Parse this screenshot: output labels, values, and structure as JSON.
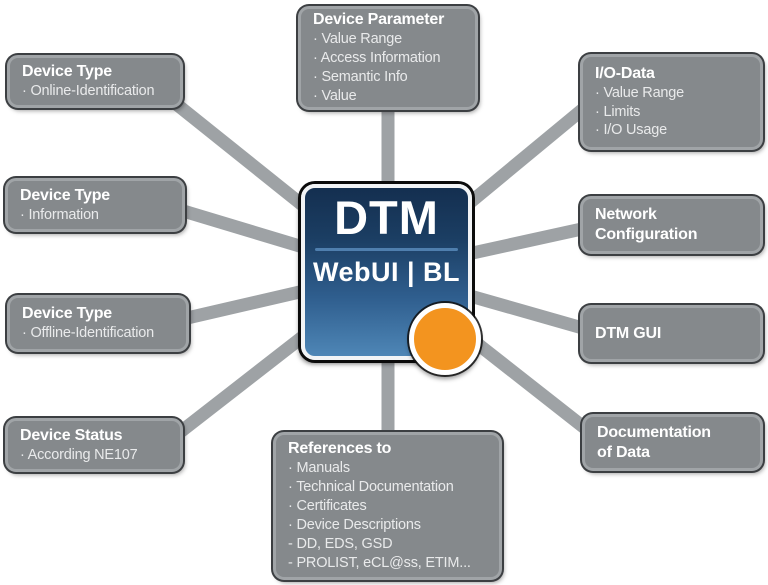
{
  "center": {
    "title": "DTM",
    "subtitle": "WebUI | BL"
  },
  "nodes": {
    "device_parameter": {
      "title": "Device Parameter",
      "items": [
        "· Value Range",
        "· Access Information",
        "· Semantic Info",
        "· Value"
      ]
    },
    "device_type_online": {
      "title": "Device Type",
      "items": [
        "· Online-Identification"
      ]
    },
    "device_type_info": {
      "title": "Device Type",
      "items": [
        "· Information"
      ]
    },
    "device_type_offline": {
      "title": "Device Type",
      "items": [
        "· Offline-Identification"
      ]
    },
    "device_status": {
      "title": "Device Status",
      "items": [
        "· According NE107"
      ]
    },
    "io_data": {
      "title": "I/O-Data",
      "items": [
        "· Value Range",
        "· Limits",
        "· I/O Usage"
      ]
    },
    "network_configuration": {
      "title": "Network Configuration",
      "items": []
    },
    "dtm_gui": {
      "title": "DTM GUI",
      "items": []
    },
    "documentation_of_data": {
      "title": "Documentation of Data",
      "items": []
    },
    "references_to": {
      "title": "References to",
      "items": [
        "· Manuals",
        "· Technical Documentation",
        "· Certificates",
        "· Device Descriptions",
        "- DD, EDS, GSD",
        "- PROLIST, eCL@ss, ETIM..."
      ]
    }
  },
  "colors": {
    "node_fill": "#85898C",
    "node_border": "#A0A4A7",
    "node_outline": "#3C3F42",
    "connector": "#9EA2A5",
    "center_gradient_top": "#142F50",
    "center_gradient_bottom": "#4E86B6",
    "center_divider": "#4F7FAE",
    "badge_orange": "#F3941F",
    "title_text": "#FFFFFF",
    "item_text": "#E9EAEB"
  }
}
